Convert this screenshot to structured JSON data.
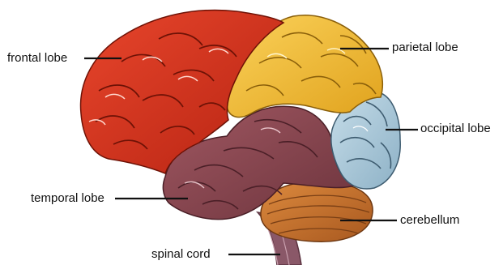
{
  "labels": {
    "frontal_lobe": "frontal lobe",
    "parietal_lobe": "parietal lobe",
    "occipital_lobe": "occipital lobe",
    "temporal_lobe": "temporal lobe",
    "cerebellum": "cerebellum",
    "spinal_cord": "spinal cord"
  },
  "colors": {
    "frontal_lobe": "#d9331c",
    "parietal_lobe": "#f2b52c",
    "occipital_lobe": "#a9c8da",
    "temporal_lobe": "#8a4650",
    "cerebellum": "#c9712e",
    "spinal_cord": "#8a5868",
    "leader_line": "#111111"
  }
}
